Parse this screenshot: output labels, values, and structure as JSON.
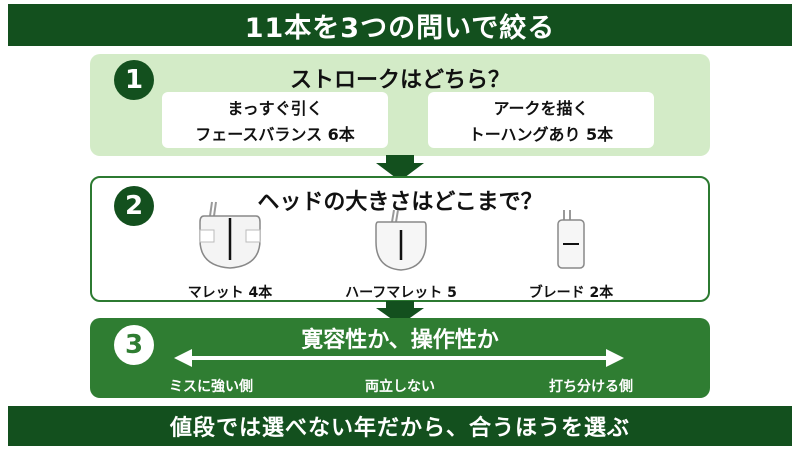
{
  "title": "11本を3つの問いで絞る",
  "footer": "値段では選べない年だから、合うほうを選ぶ",
  "q1": {
    "number": "1",
    "question": "ストロークはどちら？",
    "options": [
      {
        "line1": "まっすぐ引く",
        "line2": "フェースバランス 6本"
      },
      {
        "line1": "アークを描く",
        "line2": "トーハングあり 5本"
      }
    ]
  },
  "q2": {
    "number": "2",
    "question": "ヘッドの大きさはどこまで？",
    "heads": [
      {
        "label": "マレット 4本",
        "icon": "mallet-putter-icon"
      },
      {
        "label": "ハーフマレット 5本",
        "icon": "half-mallet-putter-icon"
      },
      {
        "label": "ブレード 2本",
        "icon": "blade-putter-icon"
      }
    ]
  },
  "q3": {
    "number": "3",
    "question": "寛容性か、操作性か",
    "scale": {
      "left": "ミスに強い側",
      "middle": "両立しない",
      "right": "打ち分ける側"
    }
  },
  "colors": {
    "dark_green": "#13501e",
    "mid_green": "#2f7d32",
    "light_green": "#d3ebc7"
  }
}
